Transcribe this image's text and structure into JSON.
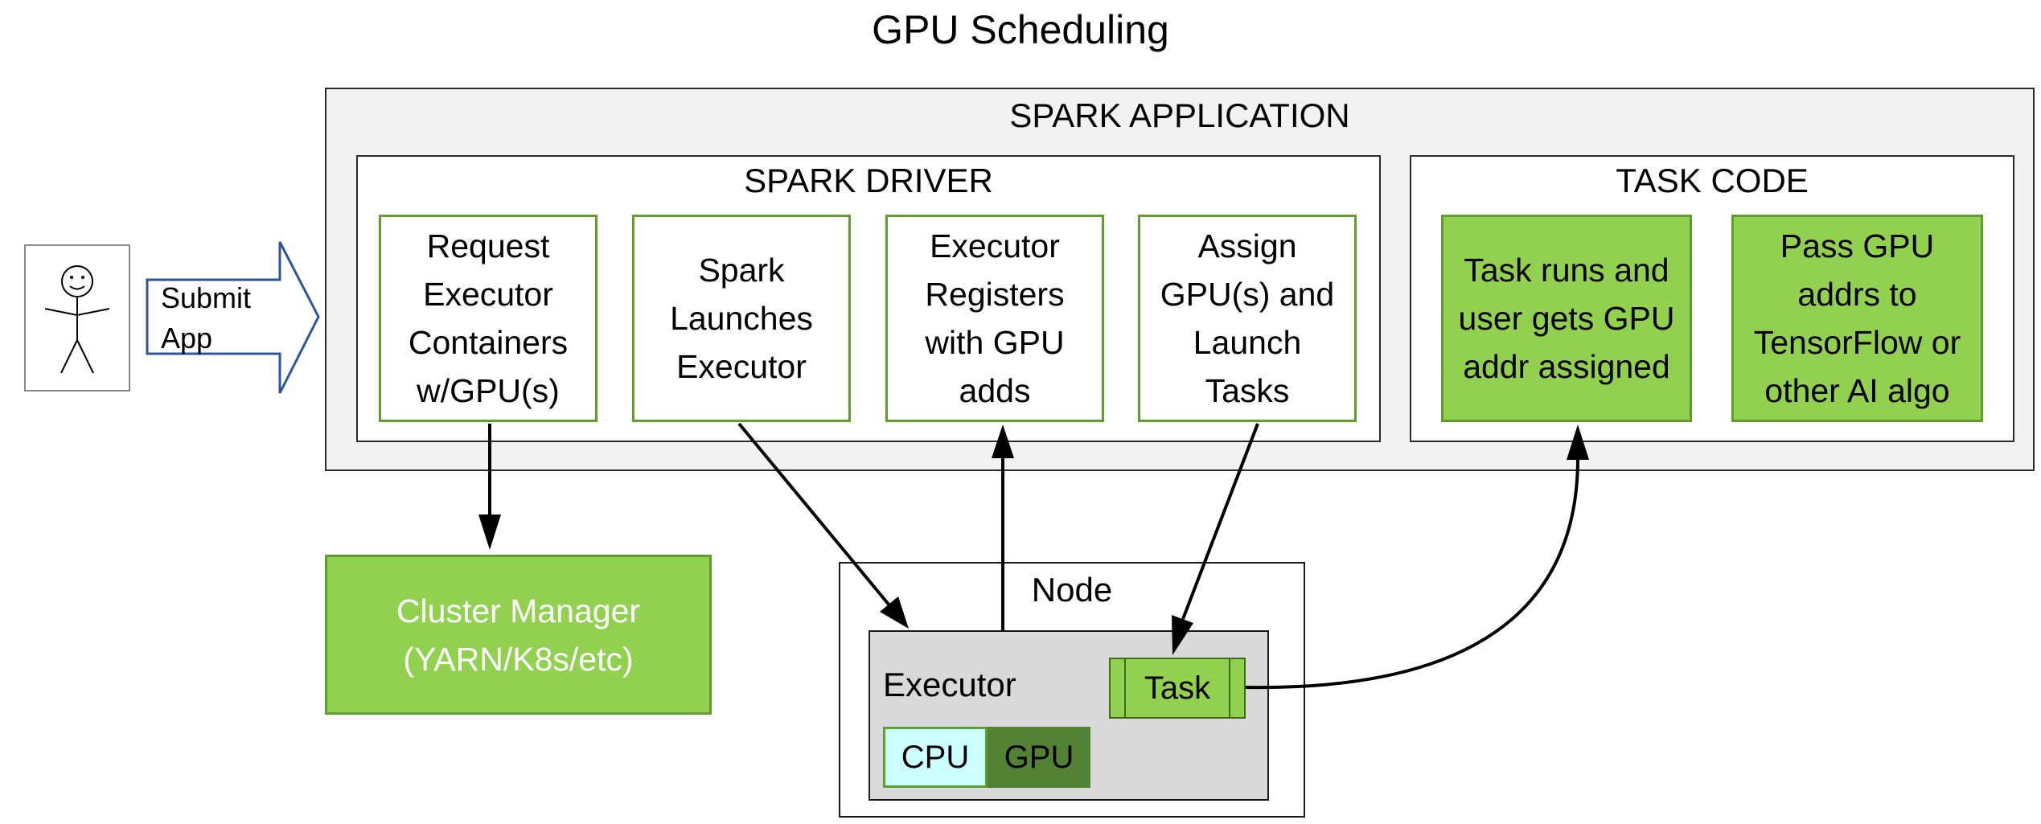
{
  "title": "GPU Scheduling",
  "user": {
    "submit_label": "Submit\nApp"
  },
  "spark_application": {
    "label": "SPARK APPLICATION",
    "driver": {
      "label": "SPARK DRIVER",
      "steps": [
        "Request\nExecutor\nContainers\nw/GPU(s)",
        "Spark\nLaunches\nExecutor",
        "Executor\nRegisters\nwith GPU\nadds",
        "Assign\nGPU(s) and\nLaunch\nTasks"
      ]
    },
    "task_code": {
      "label": "TASK CODE",
      "steps": [
        "Task runs and\nuser gets GPU\naddr assigned",
        "Pass GPU\naddrs to\nTensorFlow or\nother AI algo"
      ]
    }
  },
  "cluster_manager": {
    "label": "Cluster Manager\n(YARN/K8s/etc)"
  },
  "node": {
    "label": "Node",
    "executor": {
      "label": "Executor",
      "cpu": "CPU",
      "gpu": "GPU",
      "task": "Task"
    }
  },
  "colors": {
    "green_fill": "#92d050",
    "green_border": "#5e9e2b",
    "gpu_dark": "#548235",
    "cpu_fill": "#ccffff",
    "arrow_outline": "#2f5597"
  }
}
